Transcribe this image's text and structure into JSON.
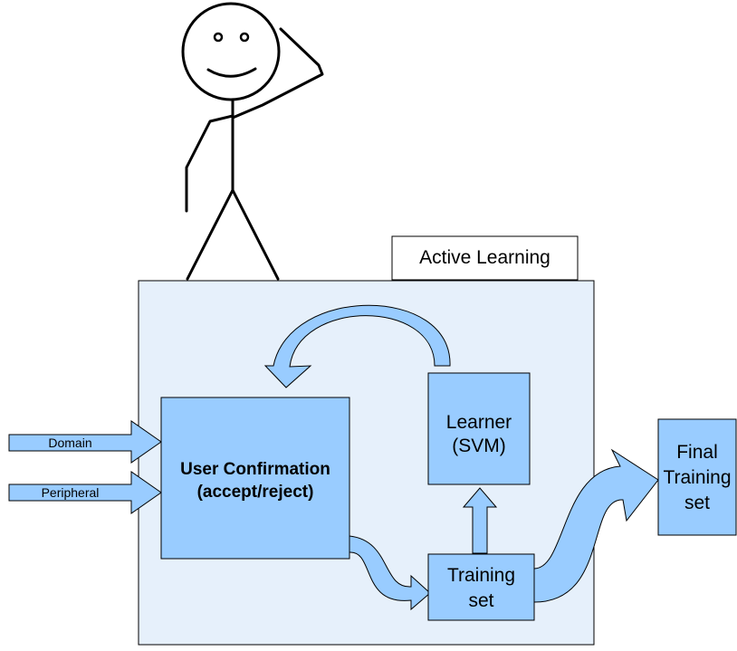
{
  "diagram": {
    "container_title": "Active Learning",
    "inputs": {
      "domain": "Domain",
      "peripheral": "Peripheral"
    },
    "user_confirmation": {
      "line1": "User Confirmation",
      "line2": "(accept/reject)"
    },
    "learner": {
      "line1": "Learner",
      "line2": "(SVM)"
    },
    "training_set": {
      "line1": "Training",
      "line2": "set"
    },
    "final_training_set": {
      "line1": "Final",
      "line2": "Training",
      "line3": "set"
    }
  },
  "colors": {
    "container_fill": "#e6f0fb",
    "box_fill": "#99ccff",
    "arrow_fill": "#99ccff",
    "stroke": "#000000"
  }
}
